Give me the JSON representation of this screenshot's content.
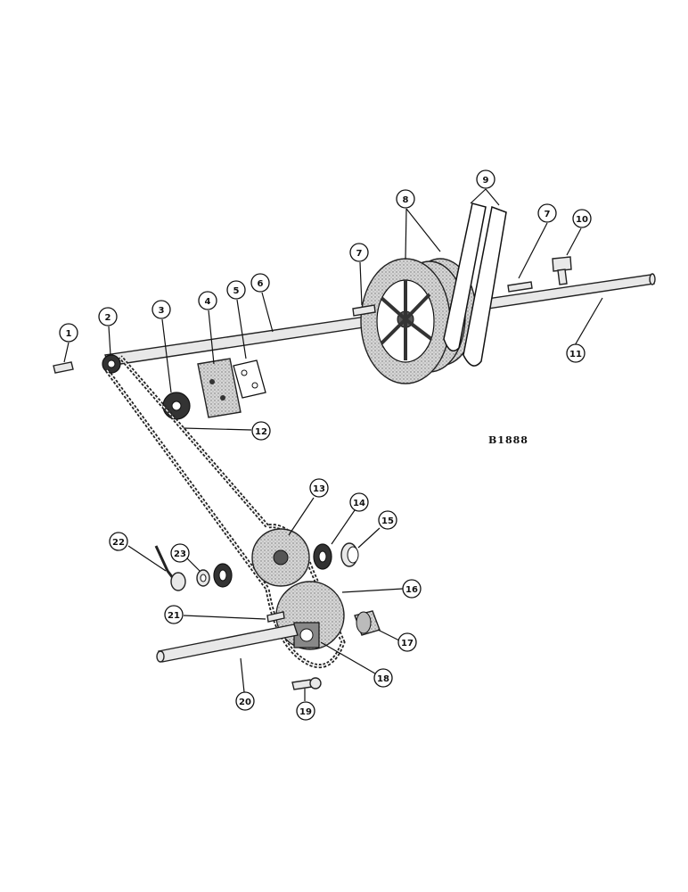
{
  "diagram": {
    "reference_code": "B1888",
    "callouts": [
      "1",
      "2",
      "3",
      "4",
      "5",
      "6",
      "7",
      "7",
      "8",
      "9",
      "10",
      "11",
      "12",
      "13",
      "14",
      "15",
      "16",
      "17",
      "18",
      "19",
      "20",
      "21",
      "22",
      "23"
    ]
  }
}
